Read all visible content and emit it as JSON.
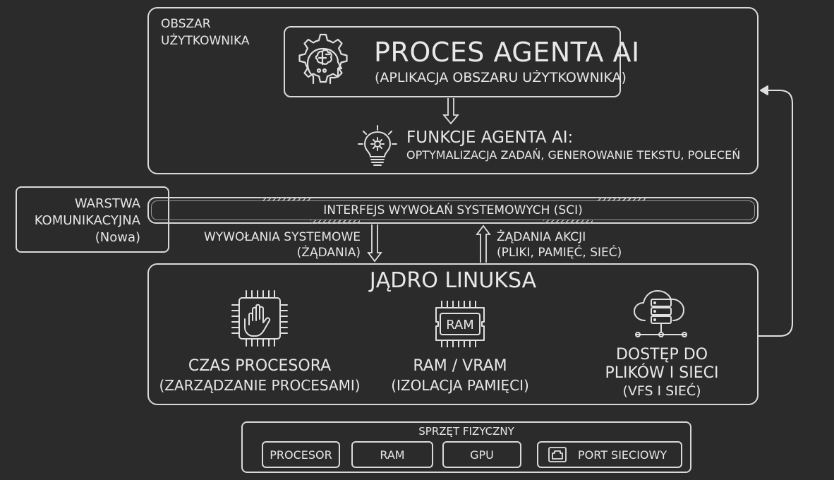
{
  "userspace": {
    "label_line1": "OBSZAR",
    "label_line2": "UŻYTKOWNIKA",
    "agent_title": "PROCES AGENTA AI",
    "agent_subtitle": "(APLIKACJA OBSZARU UŻYTKOWNIKA)",
    "functions_title": "FUNKCJE AGENTA AI:",
    "functions_desc": "OPTYMALIZACJA ZADAŃ, GENEROWANIE TEKSTU, POLECEŃ"
  },
  "comm_layer": {
    "line1": "WARSTWA",
    "line2": "KOMUNIKACYJNA",
    "line3": "(Nowa)"
  },
  "sci": {
    "label": "INTERFEJS WYWOŁAŃ SYSTEMOWYCH (SCI)"
  },
  "flows": {
    "down_line1": "WYWOŁANIA SYSTEMOWE",
    "down_line2": "(ŻĄDANIA)",
    "up_line1": "ŻĄDANIA AKCJI",
    "up_line2": "(PLIKI, PAMIĘĆ, SIEĆ)"
  },
  "kernel": {
    "title": "JĄDRO LINUKSA",
    "cpu_title": "CZAS PROCESORA",
    "cpu_sub": "(ZARZĄDZANIE PROCESAMI)",
    "ram_chip_label": "RAM",
    "ram_title": "RAM / VRAM",
    "ram_sub": "(IZOLACJA PAMIĘCI)",
    "io_title_line1": "DOSTĘP DO",
    "io_title_line2": "PLIKÓW I SIECI",
    "io_sub": "(VFS I SIEĆ)"
  },
  "hardware": {
    "title": "SPRZĘT FIZYCZNY",
    "items": [
      "PROCESOR",
      "RAM",
      "GPU",
      "PORT SIECIOWY"
    ]
  },
  "icons": {
    "agent": "gear-brain-head-icon",
    "functions": "lightbulb-gear-icon",
    "cpu": "cpu-hand-icon",
    "ram": "ram-chip-icon",
    "io": "cloud-server-network-icon",
    "port": "ethernet-port-icon"
  },
  "colors": {
    "background": "#2b2b2b",
    "line": "#d9d9d9",
    "text": "#e8e8e8"
  }
}
